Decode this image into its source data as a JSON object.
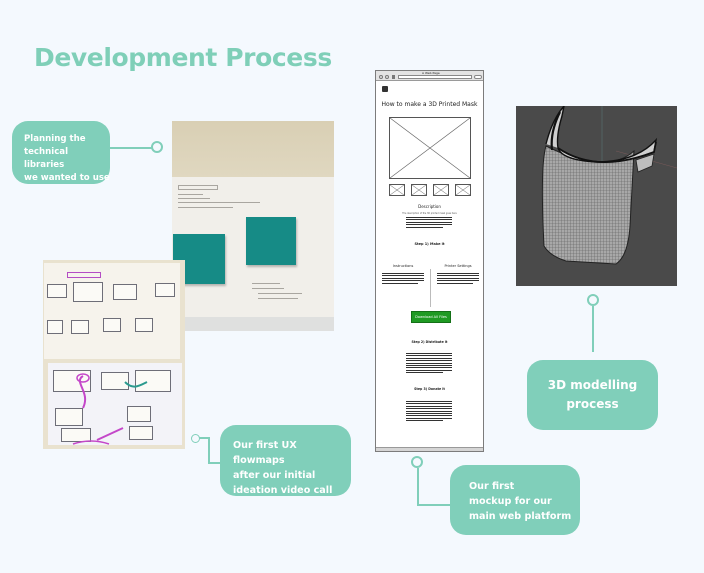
{
  "page": {
    "title": "Development Process",
    "background": "#f4f9fe",
    "accent": "#80cfba"
  },
  "annotations": [
    {
      "id": "libraries",
      "text": "Planning the technical libraries we wanted to use",
      "lines": [
        "Planning the",
        "technical libraries",
        "we wanted to use"
      ]
    },
    {
      "id": "flowmaps",
      "text": "Our first UX flowmaps after our initial ideation video call",
      "lines": [
        "Our first UX flowmaps",
        "after our initial",
        "ideation video call"
      ]
    },
    {
      "id": "mockup",
      "text": "Our first mockup for our main web platform",
      "lines": [
        "Our first",
        "mockup for our",
        "main web platform"
      ]
    },
    {
      "id": "modelling",
      "text": "3D modelling process",
      "lines": [
        "3D modelling",
        "process"
      ]
    }
  ],
  "images": {
    "sticky_notes_photo": "Photo of whiteboard paper with two teal sticky notes and handwritten library list",
    "flowmap_photo": "Photo of hand-drawn UX flowmaps on paper with purple and teal markers",
    "render_3d": "3D wireframe mesh render of a printed face shield mask"
  },
  "mockup": {
    "window_title": "A Web Page",
    "heading": "How to make a 3D Printed Mask",
    "description_title": "Description",
    "description_sub": "The description of the 3D printed mask goes here",
    "step1_title": "Step 1) Make it",
    "instructions_title": "Instructions",
    "printer_settings_title": "Printer Settings",
    "download_button": "Download All Files",
    "step2_title": "Step 2) Distribute it",
    "step3_title": "Step 3) Donate it",
    "button_color": "#1f9a23"
  }
}
